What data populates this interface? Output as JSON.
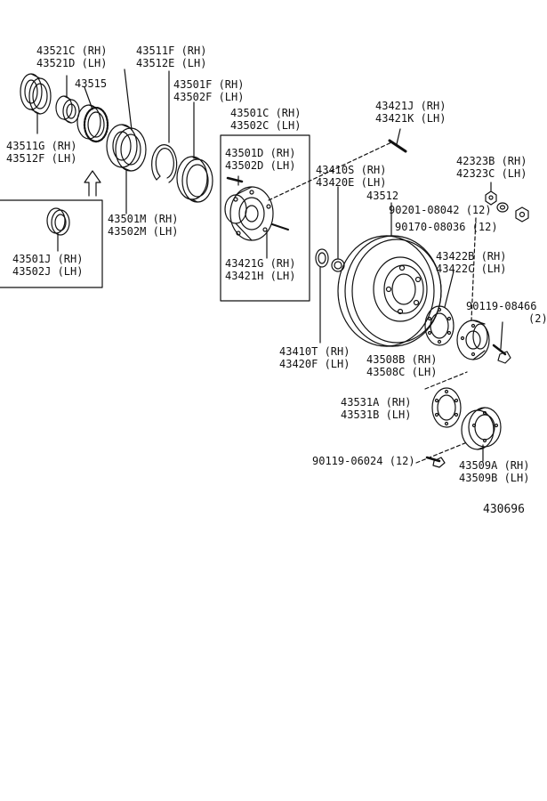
{
  "diagram_id": "430696",
  "parts": [
    {
      "id": "p_43521",
      "lines": [
        "43521C (RH)",
        "43521D (LH)"
      ]
    },
    {
      "id": "p_43515",
      "lines": [
        "43515"
      ]
    },
    {
      "id": "p_43511",
      "lines": [
        "43511F (RH)",
        "43512E (LH)"
      ]
    },
    {
      "id": "p_43501F",
      "lines": [
        "43501F (RH)",
        "43502F (LH)"
      ]
    },
    {
      "id": "p_43501C",
      "lines": [
        "43501C (RH)",
        "43502C (LH)"
      ]
    },
    {
      "id": "p_43421J",
      "lines": [
        "43421J (RH)",
        "43421K (LH)"
      ]
    },
    {
      "id": "p_43511G",
      "lines": [
        "43511G (RH)",
        "43512F (LH)"
      ]
    },
    {
      "id": "p_43501D",
      "lines": [
        "43501D (RH)",
        "43502D (LH)"
      ]
    },
    {
      "id": "p_43410S",
      "lines": [
        "43410S (RH)",
        "43420E (LH)"
      ]
    },
    {
      "id": "p_42323",
      "lines": [
        "42323B (RH)",
        "42323C (LH)"
      ]
    },
    {
      "id": "p_43512",
      "lines": [
        "43512"
      ]
    },
    {
      "id": "p_90201",
      "lines": [
        "90201-08042 (12)"
      ]
    },
    {
      "id": "p_43501M",
      "lines": [
        "43501M (RH)",
        "43502M (LH)"
      ]
    },
    {
      "id": "p_90170",
      "lines": [
        "90170-08036 (12)"
      ]
    },
    {
      "id": "p_43501J",
      "lines": [
        "43501J (RH)",
        "43502J (LH)"
      ]
    },
    {
      "id": "p_43421G",
      "lines": [
        "43421G (RH)",
        "43421H (LH)"
      ]
    },
    {
      "id": "p_43422",
      "lines": [
        "43422B (RH)",
        "43422C (LH)"
      ]
    },
    {
      "id": "p_90119a",
      "lines": [
        "90119-08466",
        "(2)"
      ]
    },
    {
      "id": "p_43410T",
      "lines": [
        "43410T (RH)",
        "43420F (LH)"
      ]
    },
    {
      "id": "p_43508",
      "lines": [
        "43508B (RH)",
        "43508C (LH)"
      ]
    },
    {
      "id": "p_43531",
      "lines": [
        "43531A (RH)",
        "43531B (LH)"
      ]
    },
    {
      "id": "p_90119b",
      "lines": [
        "90119-06024 (12)"
      ]
    },
    {
      "id": "p_43509",
      "lines": [
        "43509A (RH)",
        "43509B (LH)"
      ]
    }
  ]
}
